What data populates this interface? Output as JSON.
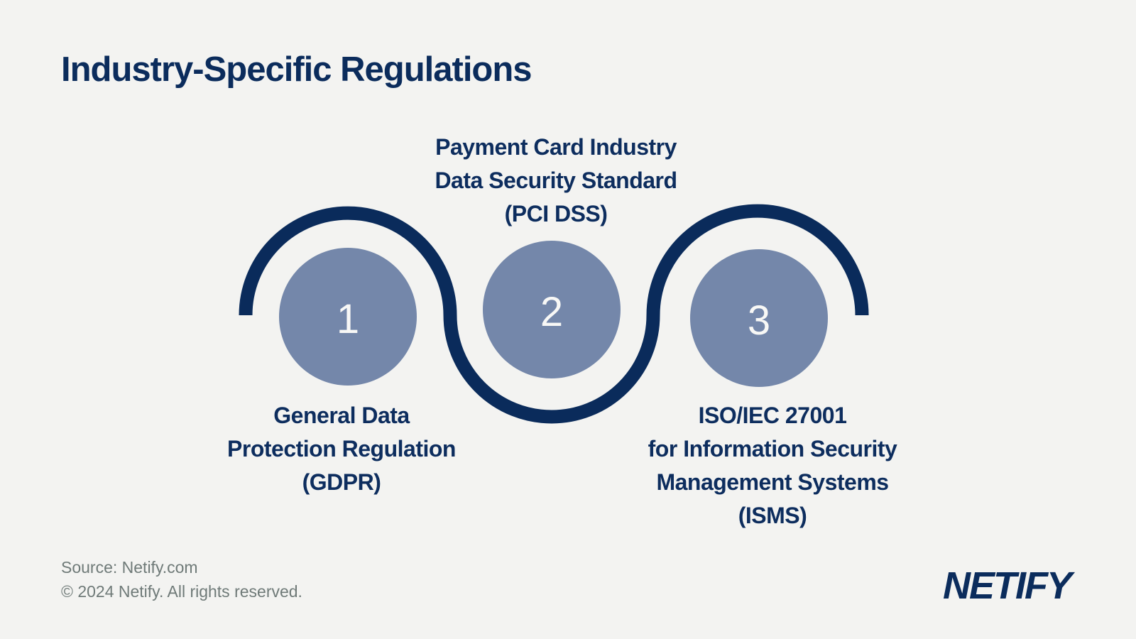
{
  "title": "Industry-Specific Regulations",
  "steps": [
    {
      "number": "1",
      "label_lines": [
        "General Data",
        "Protection Regulation",
        "(GDPR)"
      ],
      "label_position": "below"
    },
    {
      "number": "2",
      "label_lines": [
        "Payment Card Industry",
        "Data Security Standard",
        "(PCI DSS)"
      ],
      "label_position": "above"
    },
    {
      "number": "3",
      "label_lines": [
        "ISO/IEC 27001",
        "for Information Security",
        "Management Systems",
        "(ISMS)"
      ],
      "label_position": "below"
    }
  ],
  "footer": {
    "source": "Source: Netify.com",
    "copyright": "© 2024 Netify. All rights reserved."
  },
  "logo": {
    "text": "NETIFY"
  },
  "colors": {
    "navy": "#0b2c5c",
    "circle_slate": "#7487aa",
    "background": "#f3f3f1",
    "footer_gray": "#6f7a78",
    "number_white": "#f8f8f6"
  }
}
